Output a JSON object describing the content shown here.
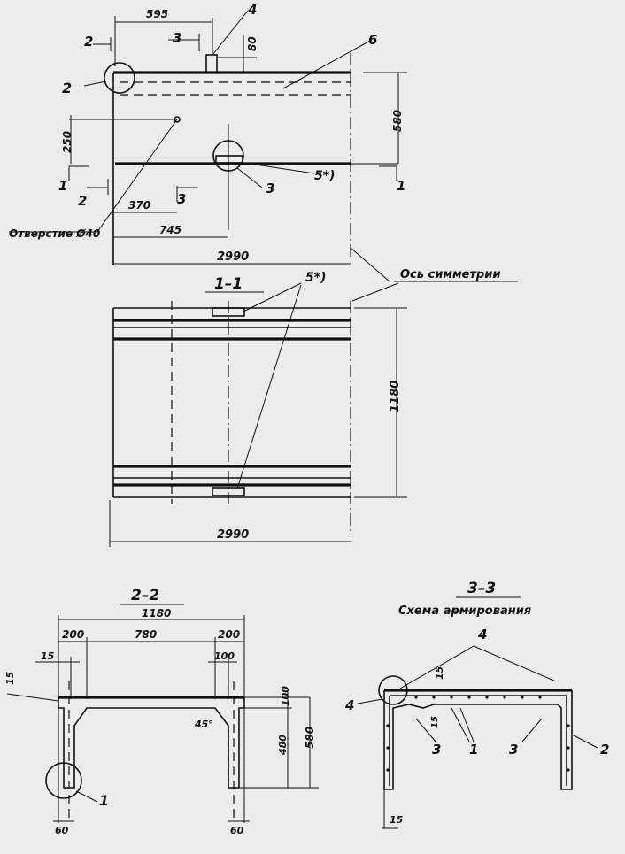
{
  "plan": {
    "dim_595": "595",
    "dim_80": "80",
    "dim_580": "580",
    "dim_250": "250",
    "dim_370": "370",
    "dim_745": "745",
    "dim_2990": "2990",
    "hole_label": "Отверстие Ø40",
    "symmetry_axis": "Ось симметрии",
    "callout_2": "2",
    "callout_3": "3",
    "callout_4": "4",
    "callout_5": "5*)",
    "callout_6": "6",
    "section_1_left": "1",
    "section_1_right": "1",
    "section_2_top": "2",
    "section_2_bottom": "2",
    "section_3_top": "3",
    "section_3_bottom": "3"
  },
  "section_1_1": {
    "title": "1–1",
    "callout_5": "5*)",
    "dim_1180": "1180",
    "dim_2990": "2990"
  },
  "section_2_2": {
    "title": "2–2",
    "dim_1180": "1180",
    "dim_200_left": "200",
    "dim_780": "780",
    "dim_200_right": "200",
    "dim_15_top": "15",
    "dim_15_side": "15",
    "dim_100_top": "100",
    "dim_100_side": "100",
    "dim_45deg": "45°",
    "dim_480": "480",
    "dim_580": "580",
    "dim_60_left": "60",
    "dim_60_right": "60",
    "callout_1": "1"
  },
  "section_3_3": {
    "title": "3–3",
    "subtitle": "Схема армирования",
    "callout_4_top": "4",
    "callout_4_left": "4",
    "callout_3_left": "3",
    "callout_1": "1",
    "callout_3_right": "3",
    "callout_2": "2",
    "dim_15_top": "15",
    "dim_15_mid": "15",
    "dim_15_bottom": "15"
  }
}
